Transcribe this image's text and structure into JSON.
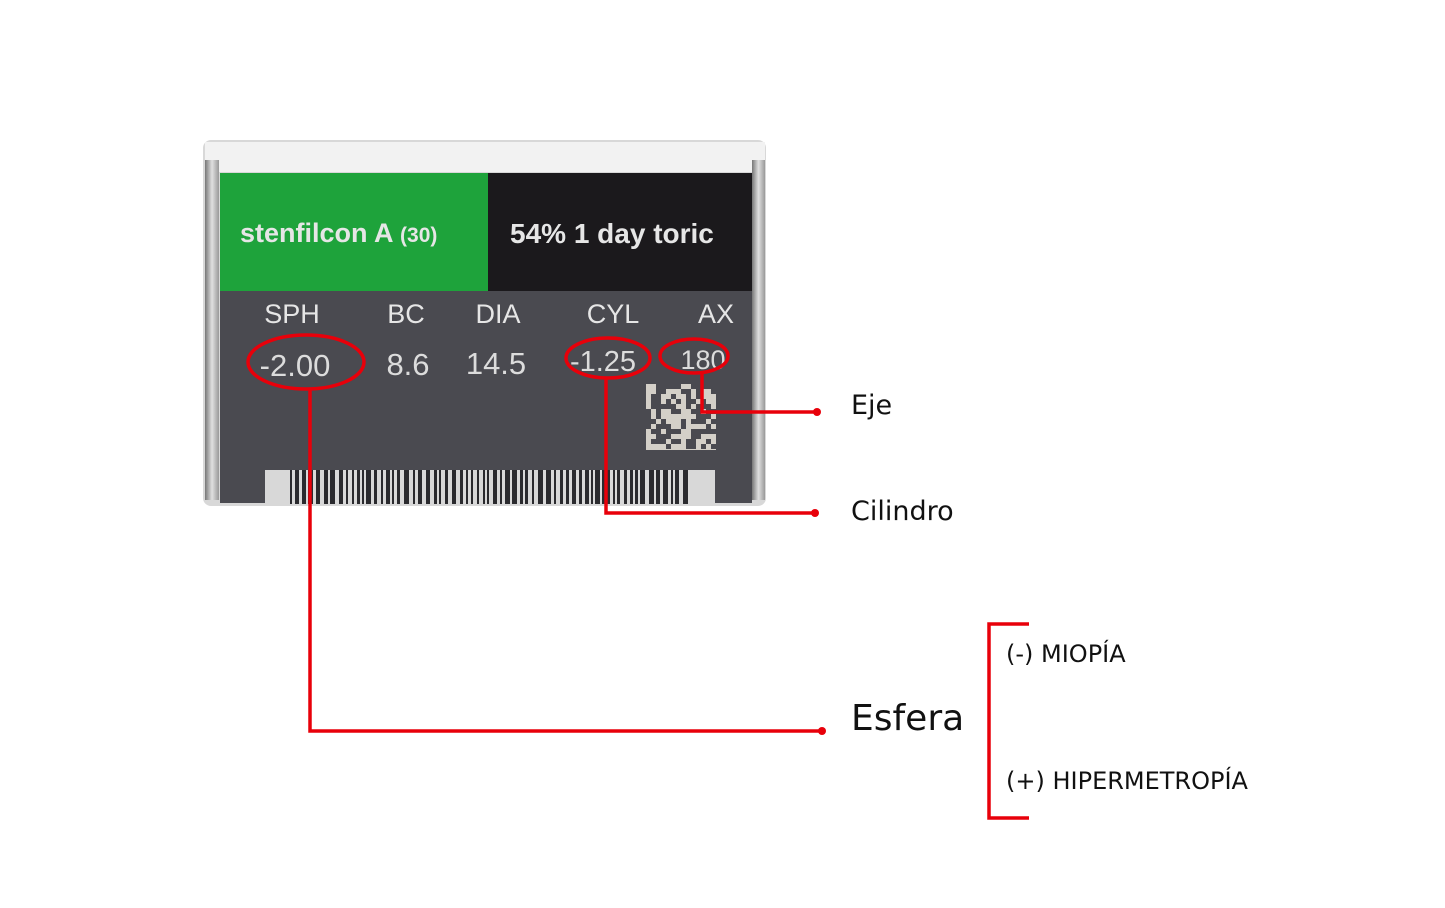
{
  "box": {
    "material": "stenfilcon A",
    "count": "(30)",
    "product": "54% 1 day toric",
    "headers": [
      "SPH",
      "BC",
      "DIA",
      "CYL",
      "AX"
    ],
    "values": [
      "-2.00",
      "8.6",
      "14.5",
      "-1.25",
      "180"
    ],
    "colors": {
      "green": "#1ea33b",
      "black": "#1b191c",
      "panel": "#4a4a50",
      "text": "#e6e6e6"
    }
  },
  "annotations": {
    "axis": "Eje",
    "cylinder": "Cilindro",
    "sphere": "Esfera",
    "myopia": "(-) MIOPÍA",
    "hyperopia": "(+) HIPERMETROPÍA",
    "line_color": "#e8000a"
  }
}
